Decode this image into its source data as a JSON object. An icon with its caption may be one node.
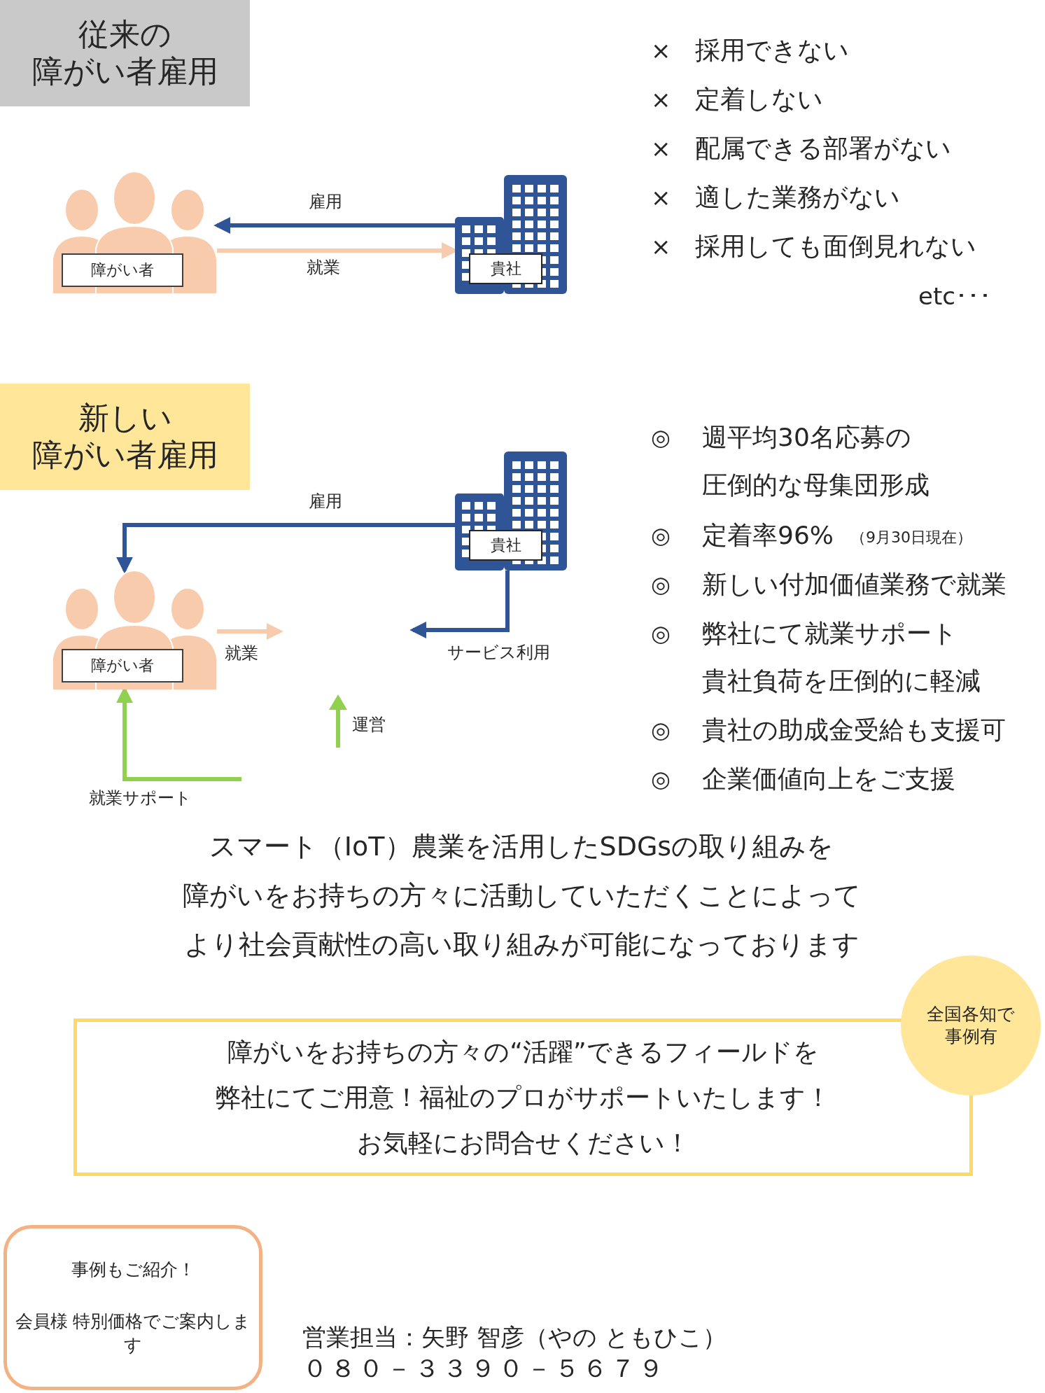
{
  "diagram": {
    "nodes": [
      {
        "text": [
          "従来の",
          "障がい者雇用"
        ]
      },
      {
        "text": [
          "障がい者"
        ]
      },
      {
        "text": [
          "貴社"
        ]
      },
      {
        "text": [
          "新しい",
          "障がい者雇用"
        ]
      },
      {
        "text": [
          "貴社"
        ]
      },
      {
        "text": [
          "障がい者"
        ]
      },
      {
        "text": [
          "障がいをお持ちの方々の“活躍”できるフィールドを",
          "弊社にてご用意！福祉のプロがサポートいたします！",
          "お気軽にお問合せください！"
        ]
      },
      {
        "text": [
          "全国各知で事例有"
        ]
      },
      {
        "text": [
          "事例もご紹介！",
          "会員様 特別価格でご案内します"
        ]
      }
    ],
    "edges": [
      {
        "from": 2,
        "to": 1,
        "arrow": "to",
        "label": "雇用"
      },
      {
        "from": 1,
        "to": 2,
        "arrow": "to",
        "label": "就業",
        "color": "#f8cbad"
      },
      {
        "from": 4,
        "to": 5,
        "arrow": "to",
        "label": "雇用"
      },
      {
        "from": 5,
        "to": null,
        "arrow": "to",
        "label": "就業",
        "color": "#f8cbad"
      },
      {
        "from": 4,
        "to": null,
        "arrow": "to",
        "label": "サービス利用"
      },
      {
        "from": null,
        "to": 5,
        "arrow": "to",
        "label": "就業サポート",
        "color": "#92d050"
      }
    ],
    "labels": [
      "×",
      "採用できない",
      "×",
      "定着しない",
      "×",
      "配属できる部署がない",
      "×",
      "適した業務がない",
      "×",
      "採用しても面倒見れない",
      "etc･･･",
      "◎",
      "週平均30名応募の",
      "圧倒的な母集団形成",
      "◎",
      "定着率96%",
      "（9月30日現在）",
      "◎",
      "新しい付加価値業務で就業",
      "◎",
      "弊社にて就業サポート",
      "貴社負荷を圧倒的に軽減",
      "◎",
      "貴社の助成金受給も支援可",
      "◎",
      "企業価値向上をご支援",
      "スマート（IoT）農業を活用したSDGsの取り組みを",
      "障がいをお持ちの方々に活動していただくことによって",
      "より社会貢献性の高い取り組みが可能になっております",
      "営業担当：矢野 智彦（やの ともひこ）",
      "０８０－３３９０－５６７９",
      "運営"
    ]
  }
}
